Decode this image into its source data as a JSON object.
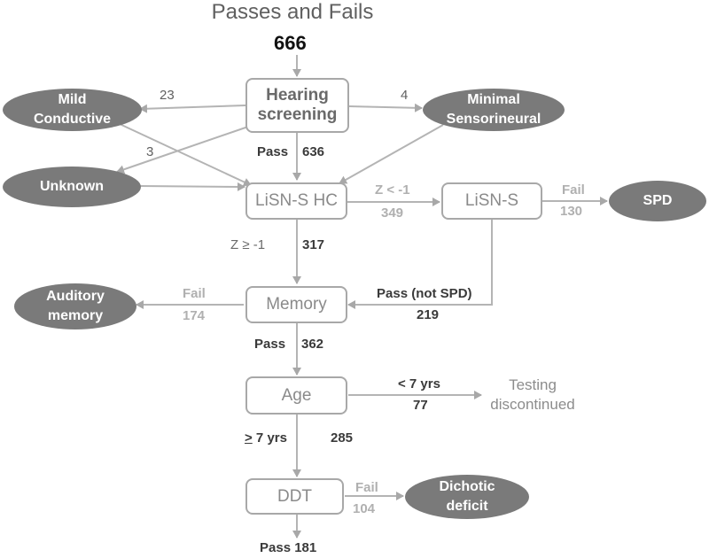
{
  "title": "Passes and Fails",
  "start_count": "666",
  "nodes": {
    "hearing_screening": {
      "line1": "Hearing",
      "line2": "screening"
    },
    "lisn_hc": "LiSN-S HC",
    "lisn_s": "LiSN-S",
    "memory": "Memory",
    "age": "Age",
    "ddt": "DDT",
    "mild_conductive": {
      "line1": "Mild",
      "line2": "Conductive"
    },
    "minimal_sensorineural": {
      "line1": "Minimal",
      "line2": "Sensorineural"
    },
    "unknown": "Unknown",
    "spd": "SPD",
    "auditory_memory": {
      "line1": "Auditory",
      "line2": "memory"
    },
    "dichotic_deficit": {
      "line1": "Dichotic",
      "line2": "deficit"
    },
    "testing_discontinued": {
      "line1": "Testing",
      "line2": "discontinued"
    }
  },
  "labels": {
    "n23": "23",
    "n4": "4",
    "n3": "3",
    "pass_636_word": "Pass",
    "pass_636_num": "636",
    "z_lt": "Z < -1",
    "n349": "349",
    "fail_spd": "Fail",
    "n130": "130",
    "z_ge_word": "Z  ≥ -1",
    "n317": "317",
    "pass_not_spd": "Pass (not SPD)",
    "n219": "219",
    "fail_mem": "Fail",
    "n174": "174",
    "pass_362_word": "Pass",
    "pass_362_num": "362",
    "lt7": "< 7 yrs",
    "n77": "77",
    "ge7_sym": ">",
    "ge7_rest": " 7 yrs",
    "n285": "285",
    "fail_ddt": "Fail",
    "n104": "104",
    "pass_181": "Pass 181"
  }
}
